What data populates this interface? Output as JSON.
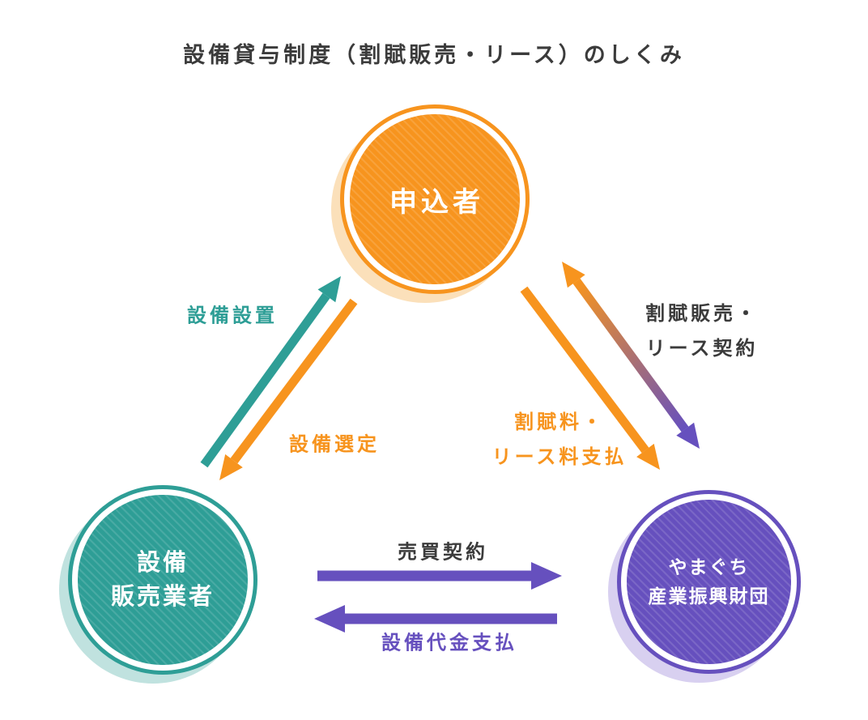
{
  "title": "設備貸与制度（割賦販売・リース）のしくみ",
  "colors": {
    "orange": "#F7941E",
    "teal": "#2E9E96",
    "purple": "#6650BE",
    "text_dark": "#3B3B3B",
    "orange_light": "#FBE0BA",
    "teal_light": "#C0E2DF",
    "purple_light": "#D8D0F0"
  },
  "nodes": {
    "applicant": {
      "label": "申込者"
    },
    "seller": {
      "label": "設備\n販売業者"
    },
    "foundation": {
      "label": "やまぐち\n産業振興財団"
    }
  },
  "arrows": {
    "install": {
      "label": "設備設置",
      "from": "設備販売業者",
      "to": "申込者",
      "color": "#2E9E96"
    },
    "select": {
      "label": "設備選定",
      "from": "申込者",
      "to": "設備販売業者",
      "color": "#F7941E"
    },
    "contract": {
      "label": "割賦販売・\nリース契約",
      "between": [
        "申込者",
        "やまぐち産業振興財団"
      ],
      "direction": "both",
      "color_top": "#F7941E",
      "color_bottom": "#6650BE"
    },
    "payment": {
      "label": "割賦料・\nリース料支払",
      "from": "申込者",
      "to": "やまぐち産業振興財団",
      "color": "#F7941E"
    },
    "sales_contract": {
      "label": "売買契約",
      "from": "設備販売業者",
      "to": "やまぐち産業振興財団",
      "color": "#6650BE"
    },
    "equipment_payment": {
      "label": "設備代金支払",
      "from": "やまぐち産業振興財団",
      "to": "設備販売業者",
      "color": "#6650BE"
    }
  }
}
